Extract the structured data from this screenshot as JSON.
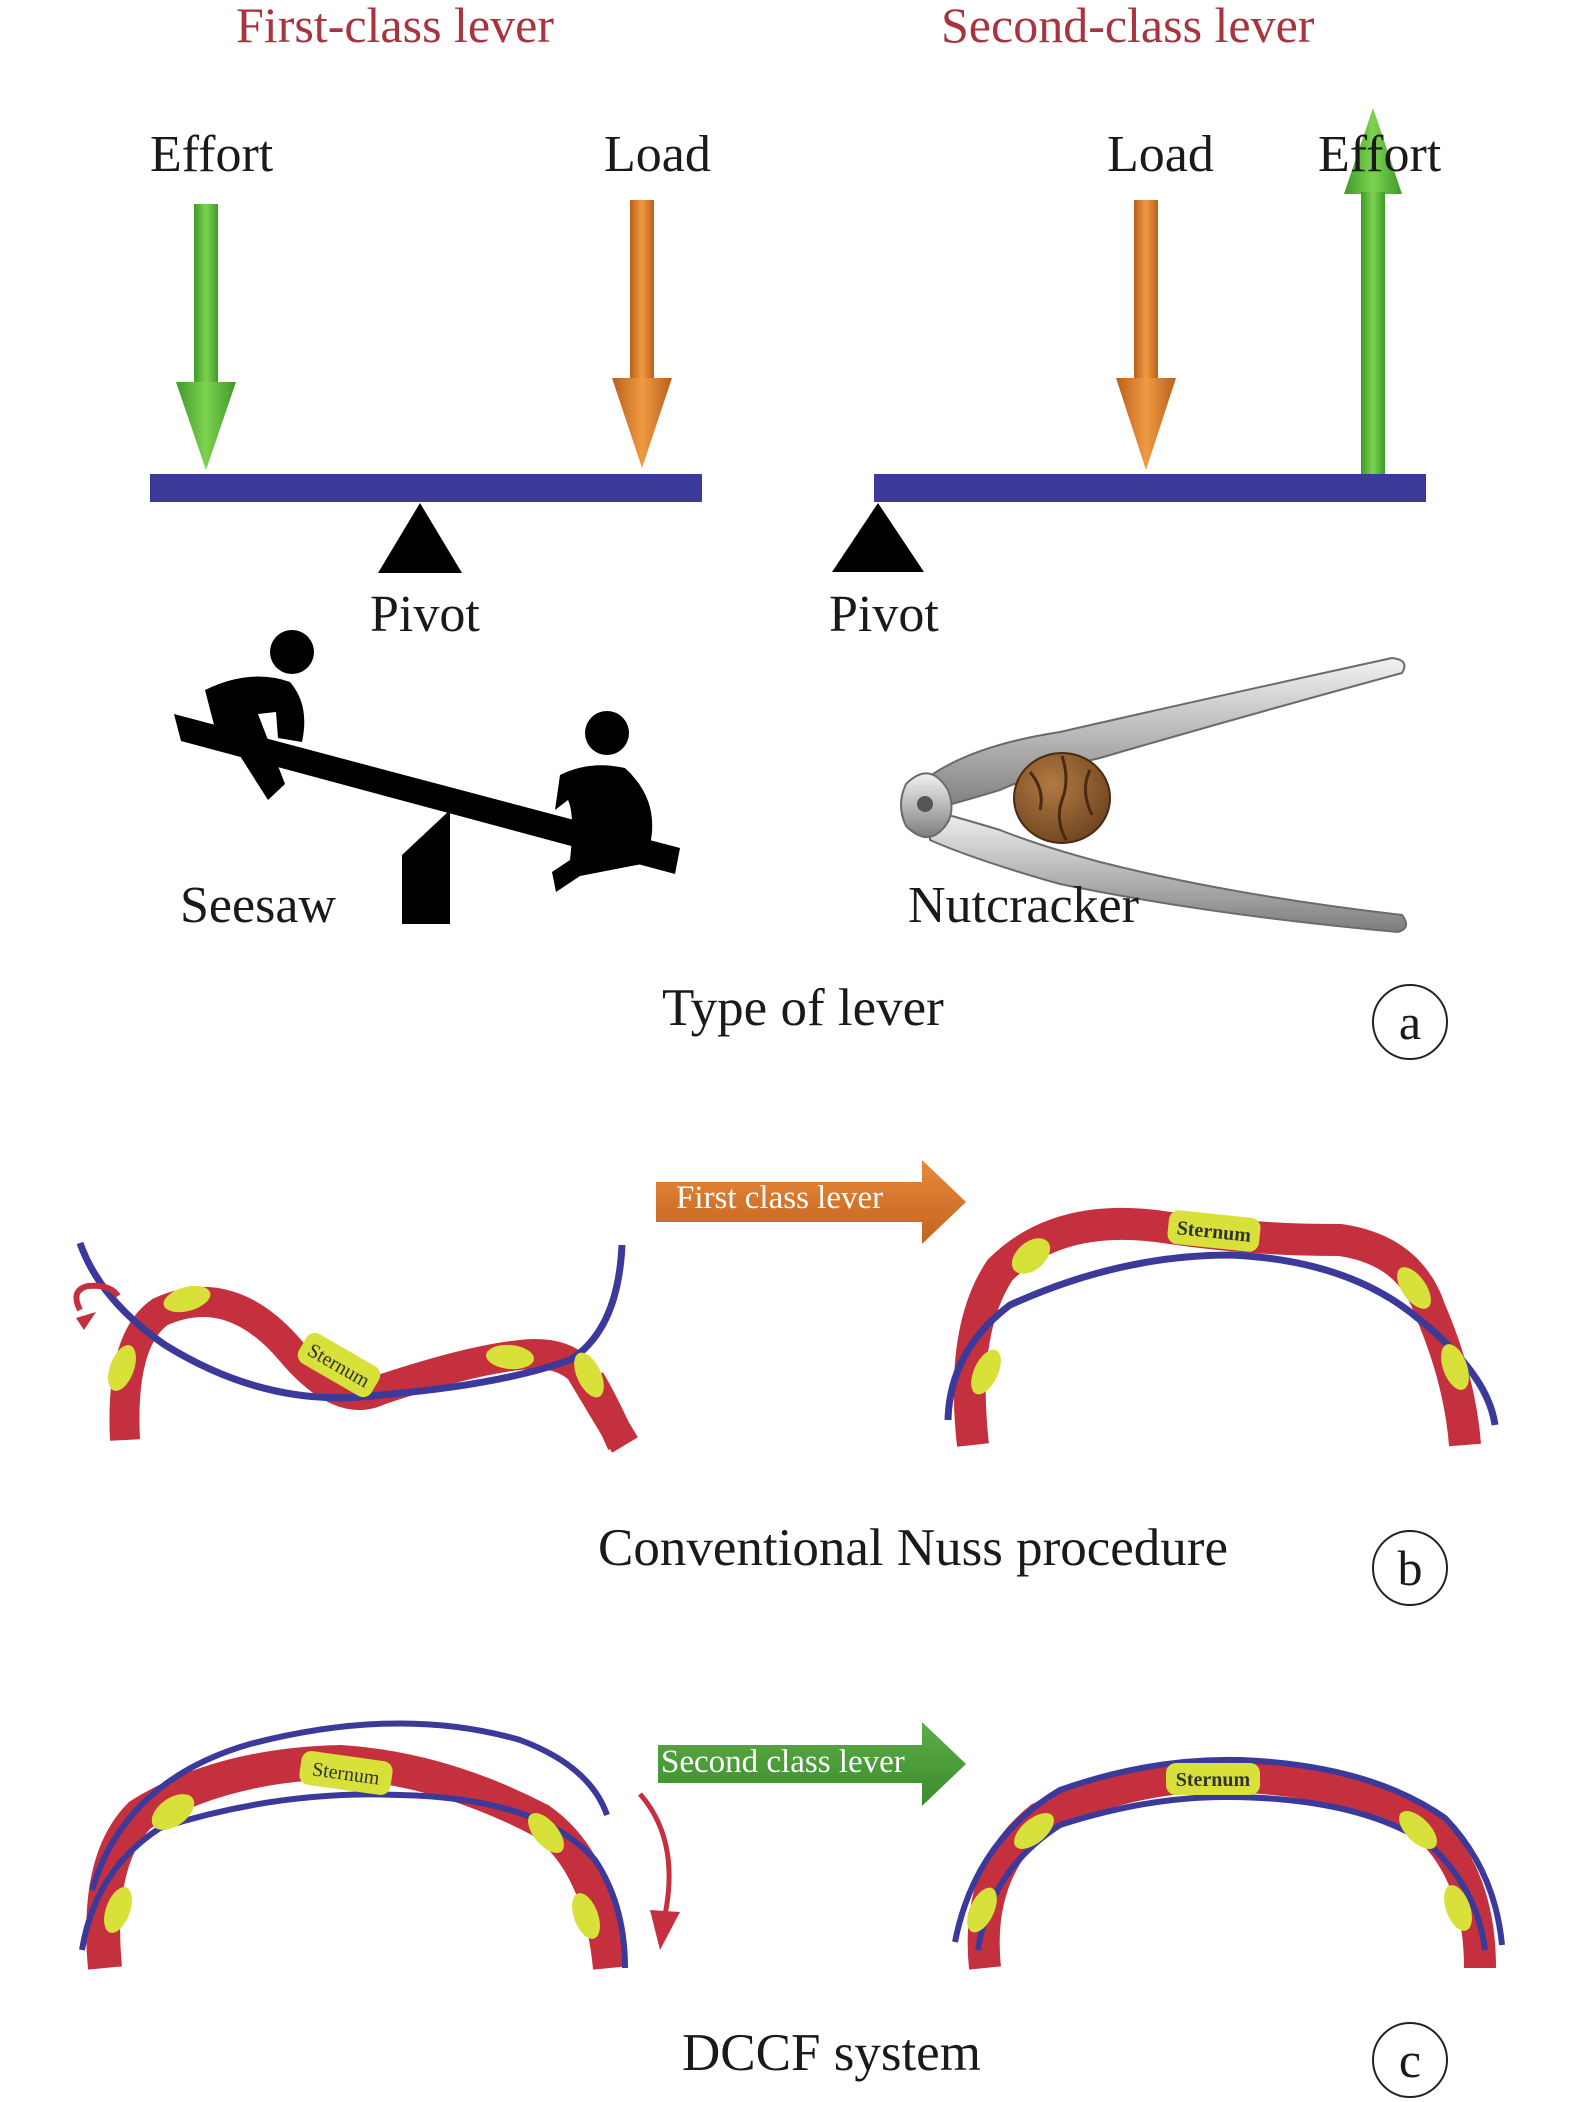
{
  "panel_a": {
    "first_title": "First-class lever",
    "second_title": "Second-class lever",
    "first": {
      "effort": "Effort",
      "load": "Load",
      "pivot": "Pivot",
      "example": "Seesaw"
    },
    "second": {
      "load": "Load",
      "effort": "Effort",
      "pivot": "Pivot",
      "example": "Nutcracker"
    },
    "caption": "Type of lever",
    "letter": "a"
  },
  "panel_b": {
    "arrow_text": "First class lever",
    "sternum_before": "Sternum",
    "sternum_after": "Sternum",
    "caption": "Conventional Nuss procedure",
    "letter": "b"
  },
  "panel_c": {
    "arrow_text": "Second class lever",
    "sternum_before": "Sternum",
    "sternum_after": "Sternum",
    "caption": "DCCF system",
    "letter": "c"
  },
  "colors": {
    "title": "#a7343e",
    "effort_arrow": "#5cb83a",
    "load_arrow": "#d9782a",
    "bar": "#3b3a9a",
    "rib": "#c4303e",
    "cartilage": "#d8e03a",
    "first_class_arrow": "#d9782a",
    "second_class_arrow": "#4a9a3a"
  }
}
